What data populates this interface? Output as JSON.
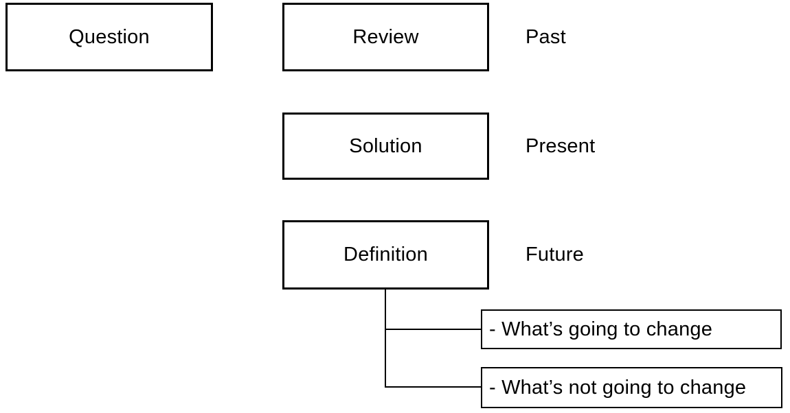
{
  "diagram": {
    "question": {
      "label": "Question"
    },
    "review": {
      "label": "Review",
      "annotation": "Past"
    },
    "solution": {
      "label": "Solution",
      "annotation": "Present"
    },
    "definition": {
      "label": "Definition",
      "annotation": "Future"
    },
    "children": [
      {
        "label": "- What’s going to change"
      },
      {
        "label": "- What’s not going to change"
      }
    ],
    "colors": {
      "line": "#000000",
      "text": "#000000",
      "background": "#ffffff"
    }
  }
}
